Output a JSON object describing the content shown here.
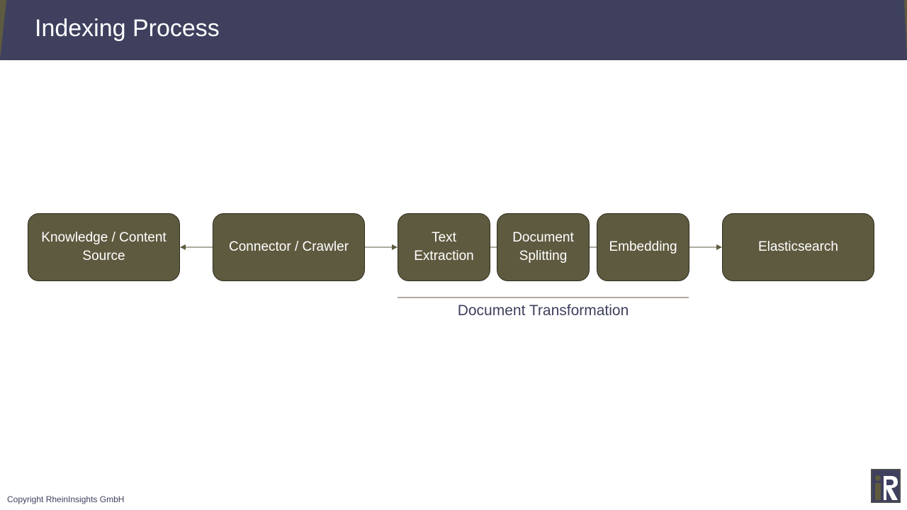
{
  "header": {
    "title": "Indexing Process"
  },
  "colors": {
    "header_band": "#3e405e",
    "accent": "#5e5a3f",
    "node_fill": "#5e5a3f",
    "node_text": "#ffffff",
    "connector_line": "#5e5a3f",
    "group_label_text": "#3e405e"
  },
  "diagram": {
    "nodes": [
      {
        "id": "source",
        "label": "Knowledge / Content Source"
      },
      {
        "id": "connector",
        "label": "Connector / Crawler"
      },
      {
        "id": "text-extraction",
        "label": "Text Extraction"
      },
      {
        "id": "document-splitting",
        "label": "Document Splitting"
      },
      {
        "id": "embedding",
        "label": "Embedding"
      },
      {
        "id": "elasticsearch",
        "label": "Elasticsearch"
      }
    ],
    "edges": [
      {
        "from": "connector",
        "to": "source",
        "arrow": "to-source"
      },
      {
        "from": "connector",
        "to": "text-extraction",
        "arrow": "forward"
      },
      {
        "from": "text-extraction",
        "to": "document-splitting",
        "arrow": "none"
      },
      {
        "from": "document-splitting",
        "to": "embedding",
        "arrow": "none"
      },
      {
        "from": "embedding",
        "to": "elasticsearch",
        "arrow": "forward"
      }
    ],
    "group": {
      "label": "Document Transformation",
      "members": [
        "text-extraction",
        "document-splitting",
        "embedding"
      ]
    }
  },
  "footer": {
    "copyright": "Copyright RheinInsights GmbH",
    "logo_icon": "rheininsights-logo-icon"
  }
}
